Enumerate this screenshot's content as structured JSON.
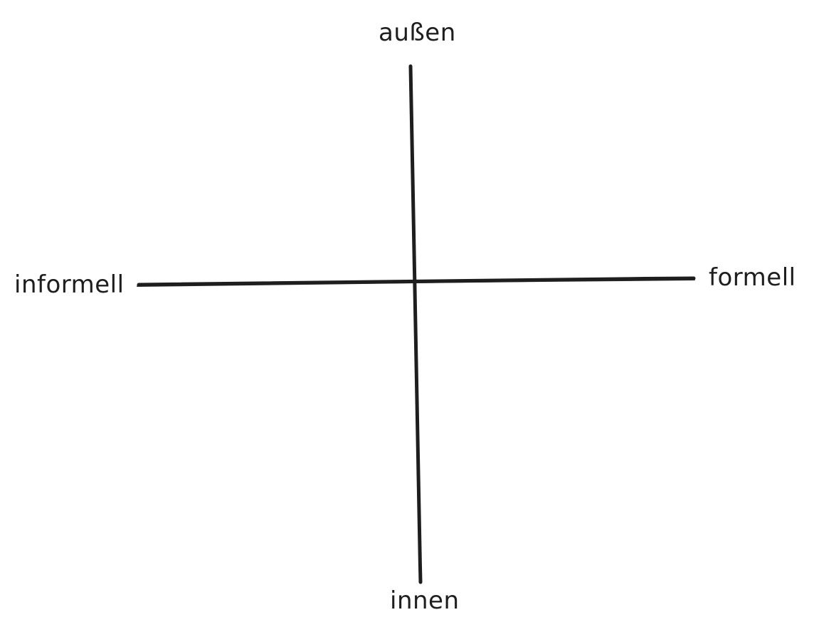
{
  "diagram": {
    "axis_labels": {
      "top": "außen",
      "bottom": "innen",
      "left": "informell",
      "right": "formell"
    },
    "stroke_color": "#1e1e1e",
    "background_color": "#ffffff"
  }
}
